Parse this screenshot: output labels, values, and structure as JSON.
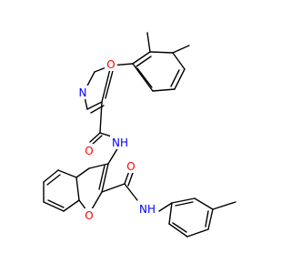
{
  "colors": {
    "background": "#ffffff",
    "bond": "#000000",
    "oxygen": "#ff0000",
    "nitrogen": "#0000ff"
  },
  "atom_labels": {
    "isoxazole_o": "O",
    "isoxazole_n": "N",
    "amide1_o": "O",
    "amide1_nh": "NH",
    "furan_o": "O",
    "amide2_o": "O",
    "amide2_nh": "NH"
  }
}
